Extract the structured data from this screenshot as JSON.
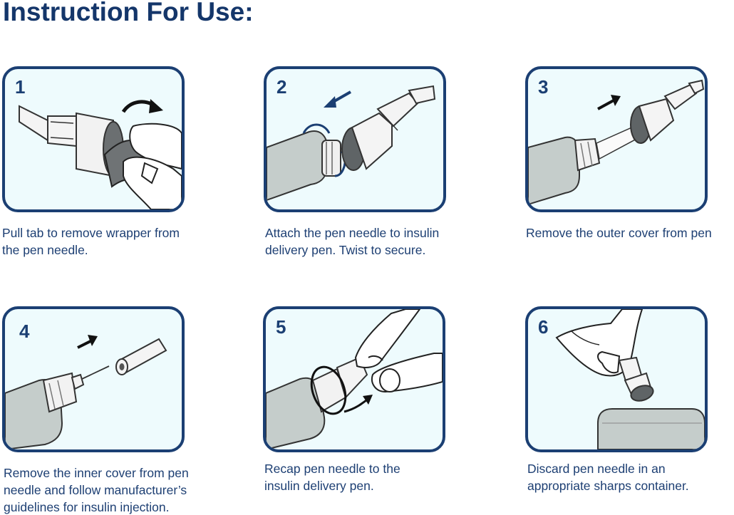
{
  "title": "Instruction For Use:",
  "steps": [
    {
      "number": "1",
      "lines": [
        "Pull tab to remove wrapper from",
        "the pen needle."
      ]
    },
    {
      "number": "2",
      "lines": [
        "Attach the pen needle to insulin",
        "delivery pen. Twist to secure."
      ]
    },
    {
      "number": "3",
      "lines": [
        "Remove the outer cover from pen"
      ]
    },
    {
      "number": "4",
      "lines": [
        "Remove the inner cover from pen",
        "needle and follow manufacturer’s",
        "guidelines for insulin injection."
      ]
    },
    {
      "number": "5",
      "lines": [
        "Recap pen needle to the",
        "insulin delivery pen."
      ]
    },
    {
      "number": "6",
      "lines": [
        "Discard pen needle in an",
        "appropriate sharps container."
      ]
    }
  ],
  "colors": {
    "title": "#14366a",
    "border": "#1b3f73",
    "panel_bg": "#eefbfd",
    "pen_gray": "#c5cdcb",
    "arrow": "#1a1a1a"
  }
}
